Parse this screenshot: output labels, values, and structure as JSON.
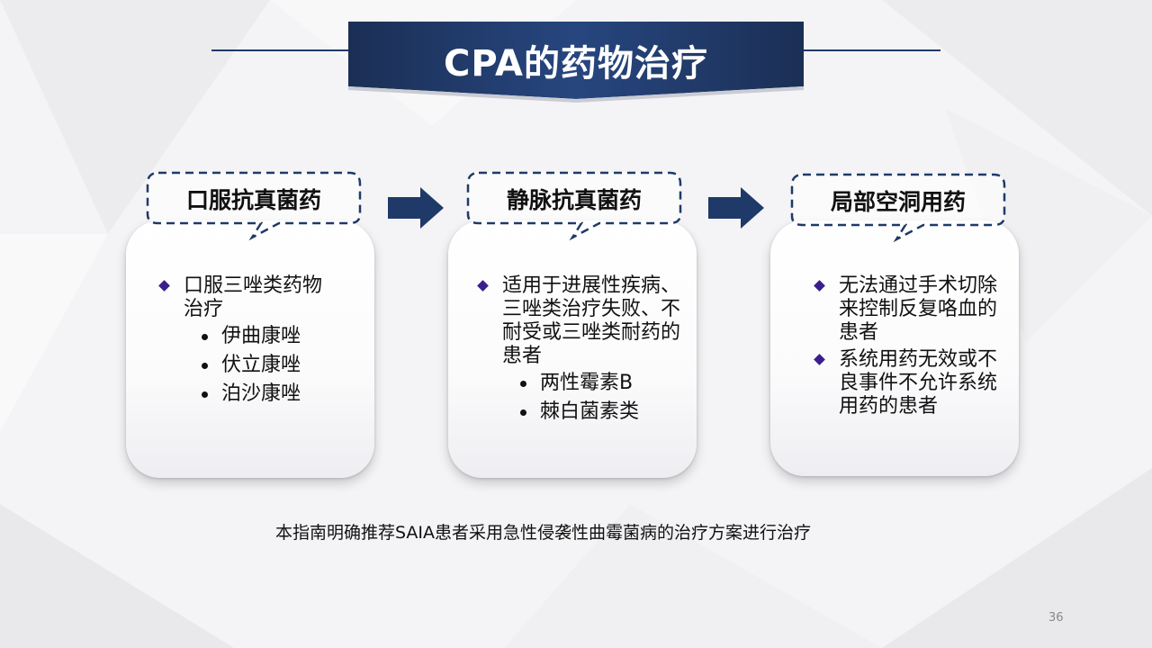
{
  "slide": {
    "title": "CPA的药物治疗",
    "page_number": "36",
    "footnote": "本指南明确推荐SAIA患者采用急性侵袭性曲霉菌病的治疗方案进行治疗"
  },
  "colors": {
    "title_banner": "#1f3a68",
    "callout_border": "#1f3a68",
    "arrow": "#1f3a68",
    "bullet_diamond": "#3a1e8c"
  },
  "icons": {
    "flow_arrow": "right-arrow-icon",
    "main_bullet": "diamond-bullet-icon",
    "sub_bullet": "dot-bullet-icon"
  },
  "columns": [
    {
      "heading": "口服抗真菌药",
      "bullets": [
        "口服三唑类药物治疗"
      ],
      "sub_items": [
        "伊曲康唑",
        "伏立康唑",
        "泊沙康唑"
      ]
    },
    {
      "heading": "静脉抗真菌药",
      "bullets": [
        "适用于进展性疾病、三唑类治疗失败、不耐受或三唑类耐药的患者"
      ],
      "sub_items": [
        "两性霉素B",
        "棘白菌素类"
      ]
    },
    {
      "heading": "局部空洞用药",
      "bullets": [
        "无法通过手术切除来控制反复咯血的患者",
        "系统用药无效或不良事件不允许系统用药的患者"
      ],
      "sub_items": []
    }
  ]
}
